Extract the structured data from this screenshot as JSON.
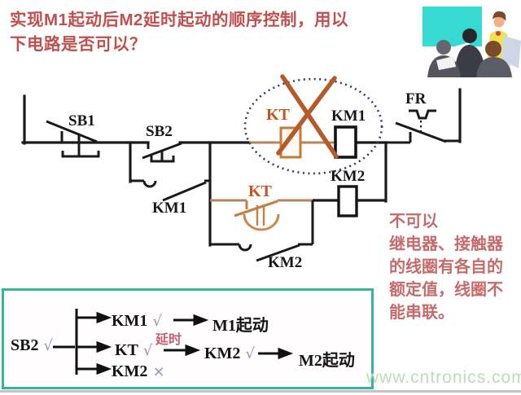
{
  "title": {
    "line1": "实现M1起动后M2延时起动的顺序控制，用以",
    "line2": "下电路是否可以？"
  },
  "circuit": {
    "sb1": "SB1",
    "sb2": "SB2",
    "km1_aux": "KM1",
    "kt_coil": "KT",
    "km1_coil": "KM1",
    "fr": "FR",
    "km2_coil": "KM2",
    "kt_contact": "KT",
    "km2_aux": "KM2"
  },
  "note": {
    "line1": "不可以",
    "body": "继电器、接触器的线圈有各自的额定值，线圈不能串联。"
  },
  "flow": {
    "start_label": "SB2",
    "start_mark": "√",
    "row1": {
      "label": "KM1",
      "mark": "√",
      "result": "M1起动"
    },
    "row2": {
      "label": "KT",
      "mark": "√",
      "delay": "延时",
      "next": "KM2",
      "next_mark": "√",
      "result": "M2起动"
    },
    "row3": {
      "label": "KM2",
      "mark": "×"
    }
  },
  "watermark": "www.cntronics.com",
  "colors": {
    "title_red": "#c0504d",
    "note_red": "#c66a6a",
    "label_orange": "#c4561a",
    "wire_orange": "#b5855c",
    "cross_orange": "#b55a28",
    "ellipse_navy": "#2e3a72",
    "box_teal": "#38b3a3",
    "watermark_green": "#b9dfb4",
    "board_cyan": "#35dad2"
  }
}
